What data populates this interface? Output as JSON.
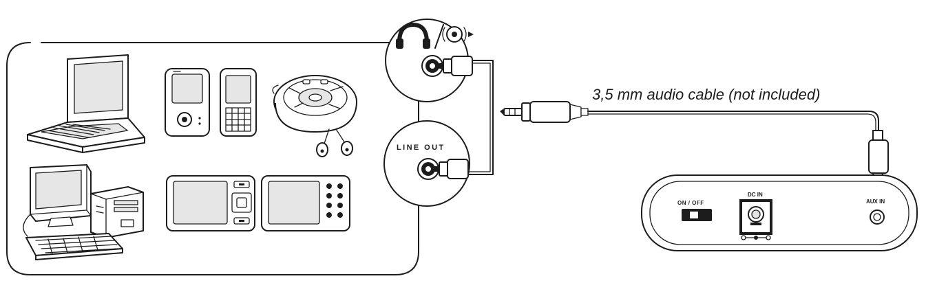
{
  "diagram": {
    "cable_label": "3,5 mm audio cable (not included)",
    "jacks": {
      "headphone_symbol": "headphones / speaker output",
      "line_out_label": "LINE OUT"
    },
    "device_panel": {
      "switch_label": "ON / OFF",
      "power_label": "DC IN",
      "input_label": "AUX IN"
    },
    "source_devices": [
      "laptop",
      "mp3-player",
      "mobile-phone",
      "cd-player",
      "desktop-computer",
      "media-player",
      "portable-game-console"
    ],
    "colors": {
      "line": "#1c1c1c",
      "background": "#ffffff"
    }
  }
}
